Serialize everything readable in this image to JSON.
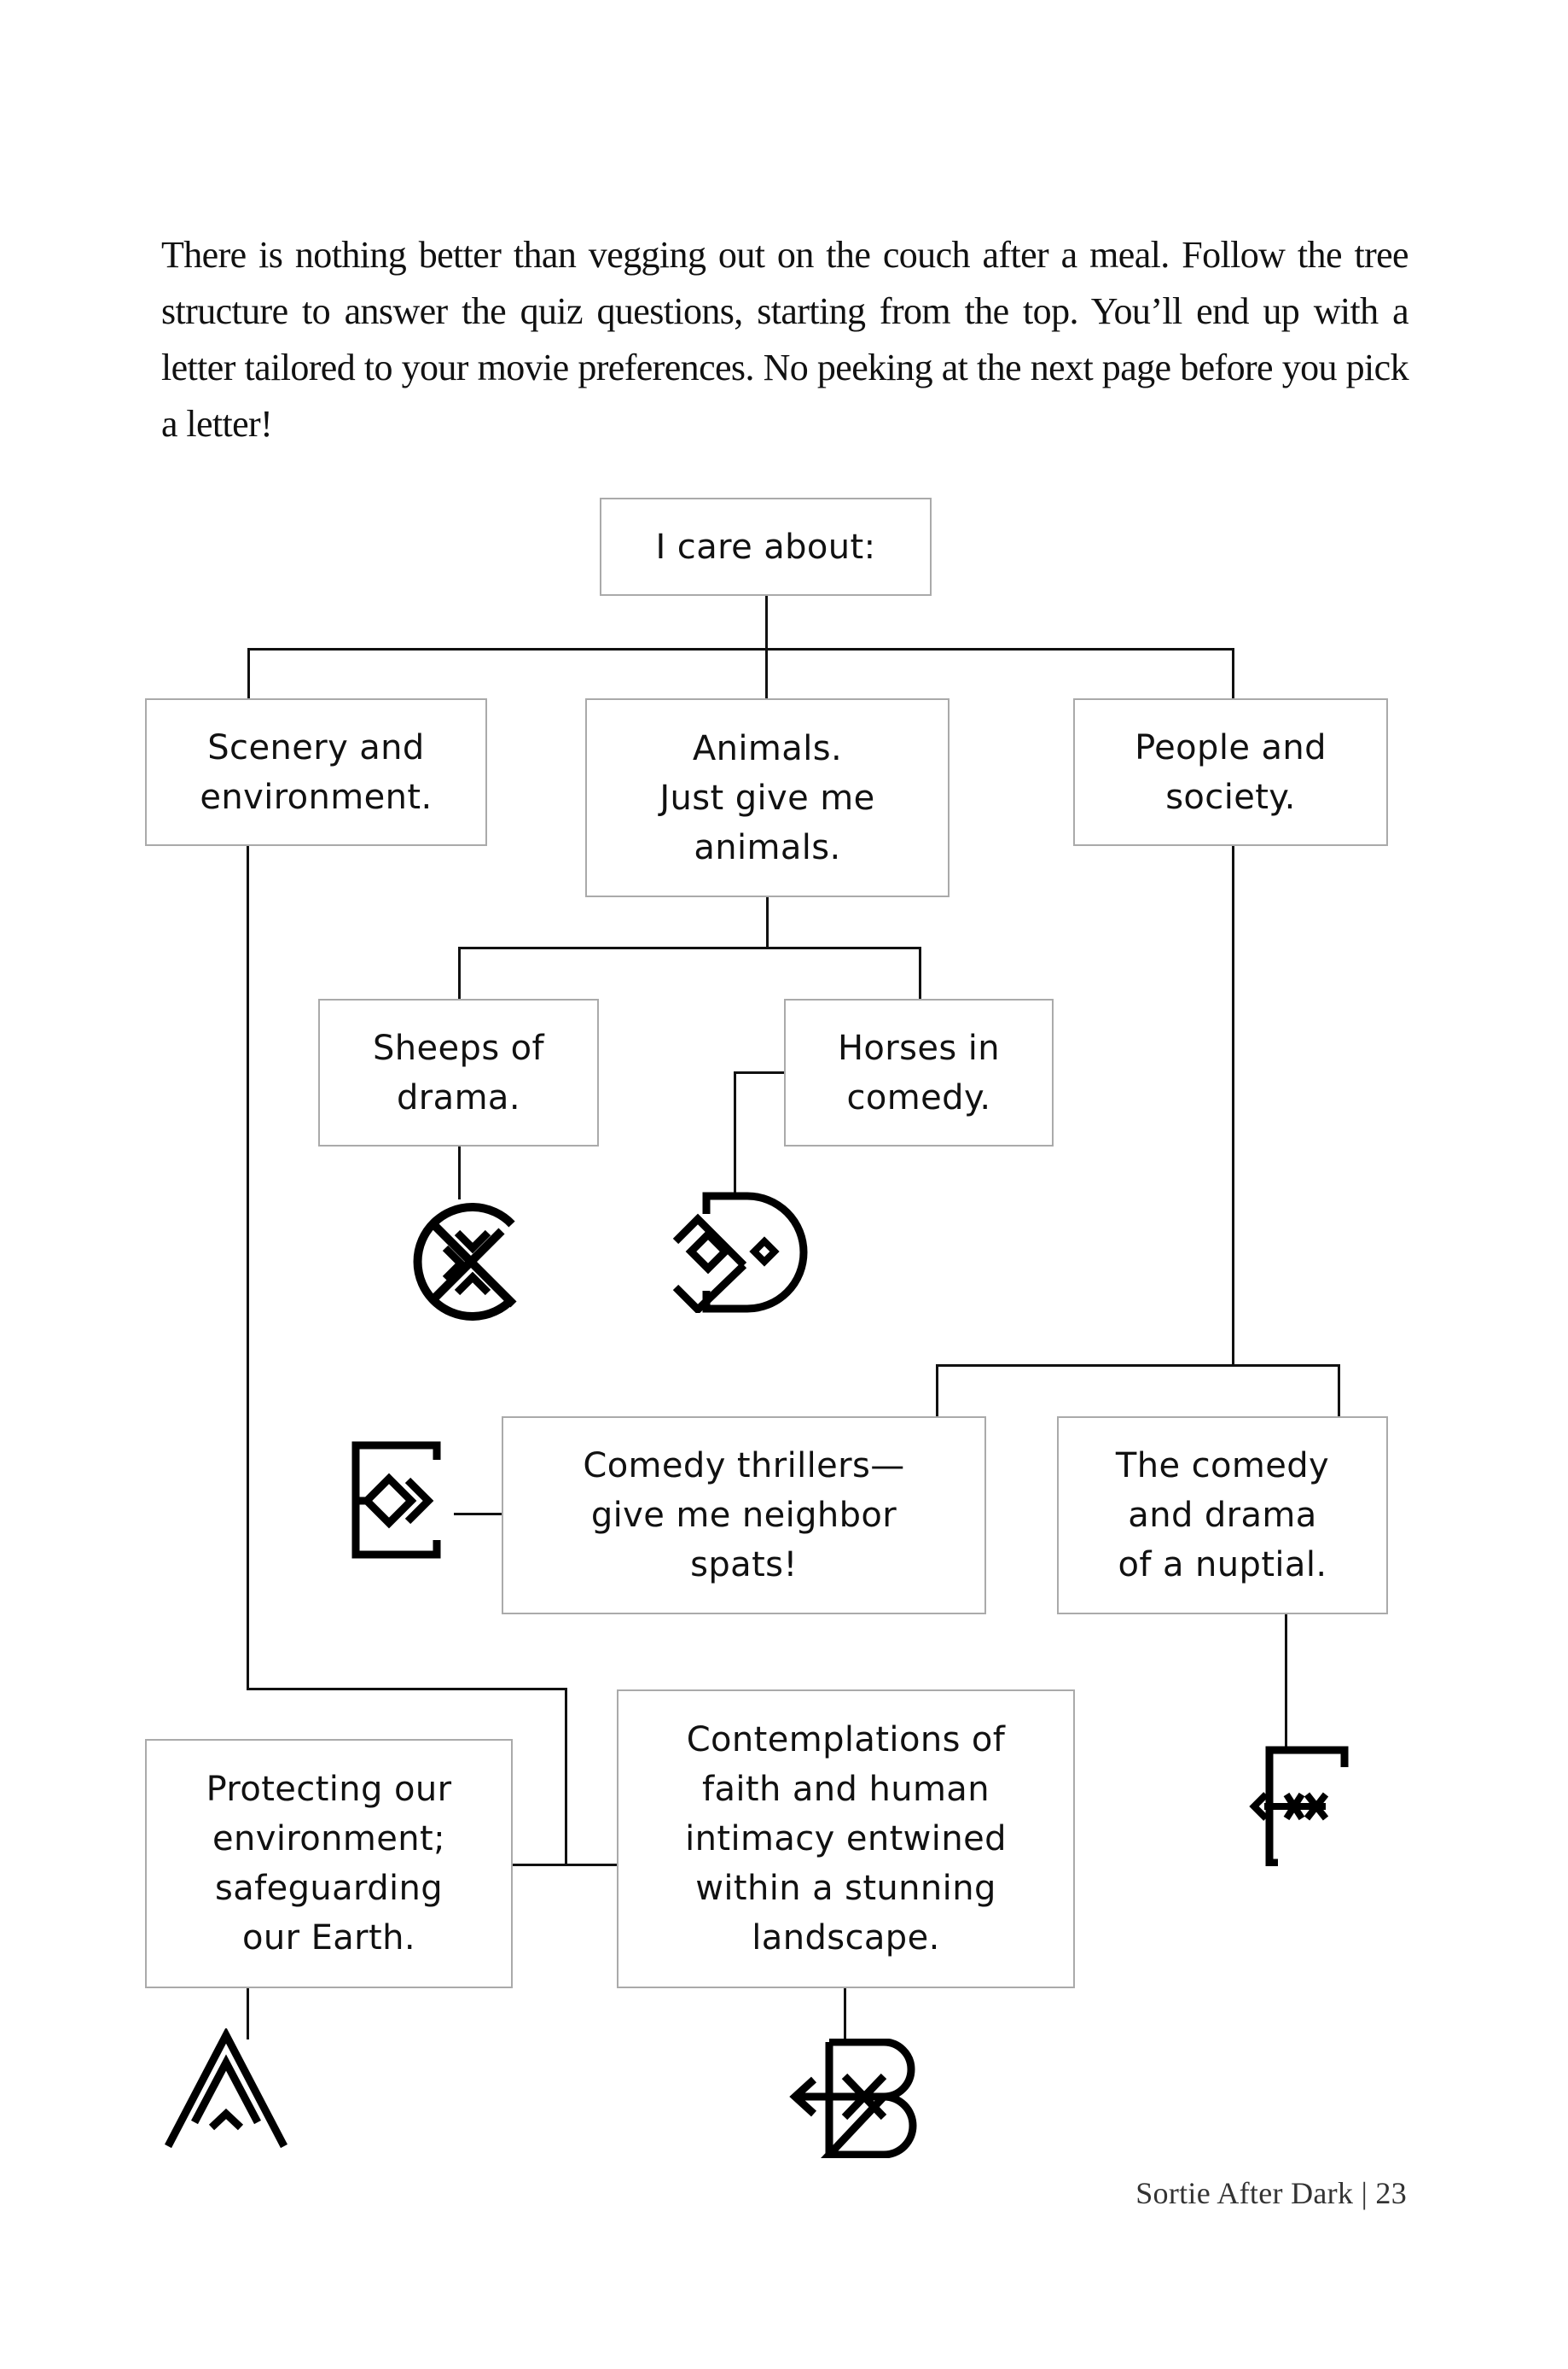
{
  "intro_text": "There is nothing better than vegging out on the couch after a meal. Follow the tree structure to answer the quiz questions, starting from the top. You’ll end up with a letter tailored to your movie preferences. No peeking at the next page before you pick a letter!",
  "tree": {
    "root": "I care about:",
    "level1": {
      "scenery": "Scenery and\nenvironment.",
      "animals": "Animals.\nJust give me\nanimals.",
      "people": "People and\nsociety."
    },
    "animals_children": {
      "sheeps": "Sheeps of\ndrama.",
      "horses": "Horses in\ncomedy."
    },
    "people_children": {
      "comedy_thrillers": "Comedy thrillers—\ngive me neighbor\nspats!",
      "nuptial": "The comedy\nand drama\nof a nuptial."
    },
    "scenery_children": {
      "protecting": "Protecting our\nenvironment;\nsafeguarding\nour Earth.",
      "contemplations": "Contemplations of\nfaith and human\nintimacy entwined\nwithin a stunning\nlandscape."
    },
    "results": {
      "sheeps": "C",
      "horses": "D",
      "comedy_thrillers": "E",
      "nuptial": "F",
      "protecting": "A",
      "contemplations": "B"
    }
  },
  "footer": {
    "book_title": "Sortie After Dark",
    "separator": "|",
    "page_number": "23"
  }
}
